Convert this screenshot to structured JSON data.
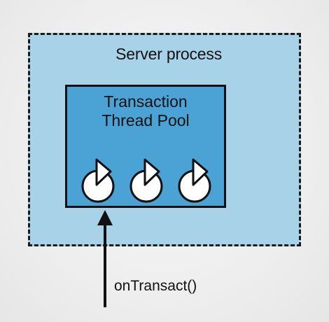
{
  "server": {
    "label": "Server process"
  },
  "pool": {
    "title_line1": "Transaction",
    "title_line2": "Thread Pool",
    "thread_count": 3,
    "thread_icon": "thread-icon"
  },
  "call": {
    "label": "onTransact()"
  },
  "colors": {
    "server_fill": "#a8d2e8",
    "pool_fill": "#4aa3d4",
    "stroke": "#111111",
    "thread_fill": "#ffffff"
  }
}
